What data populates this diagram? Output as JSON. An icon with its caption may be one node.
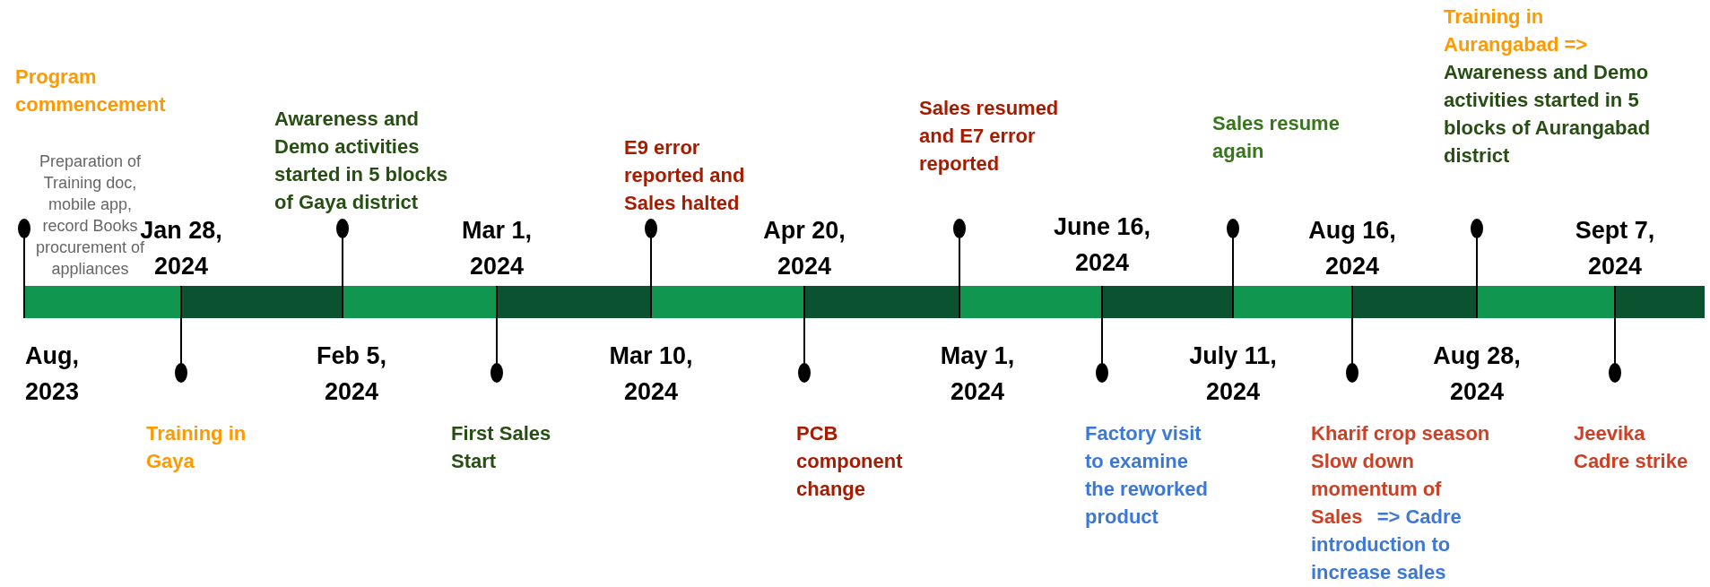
{
  "diagram": {
    "labels": [
      "Program commencement",
      "Preparation of Training doc, mobile app, record Books procurement of appliances",
      "Aug, 2023",
      "Jan 28, 2024",
      "Training in Gaya",
      "Awareness and Demo activities started in 5 blocks of Gaya district",
      "Feb 5, 2024",
      "Mar 1, 2024",
      "First Sales Start",
      "E9 error reported and Sales halted",
      "Mar 10, 2024",
      "Apr 20, 2024",
      "PCB component change",
      "Sales resumed and E7 error reported",
      "May 1, 2024",
      "June 16, 2024",
      "Factory visit to examine the reworked product",
      "Sales resume again",
      "July 11, 2024",
      "Aug 16, 2024",
      "Kharif crop season Slow down momentum of Sales",
      "=> Cadre introduction to increase sales",
      "Training in Aurangabad =>",
      "Awareness and Demo activities started in 5 blocks of Aurangabad district",
      "Aug 28, 2024",
      "Sept 7, 2024",
      "Jeevika Cadre strike"
    ]
  }
}
